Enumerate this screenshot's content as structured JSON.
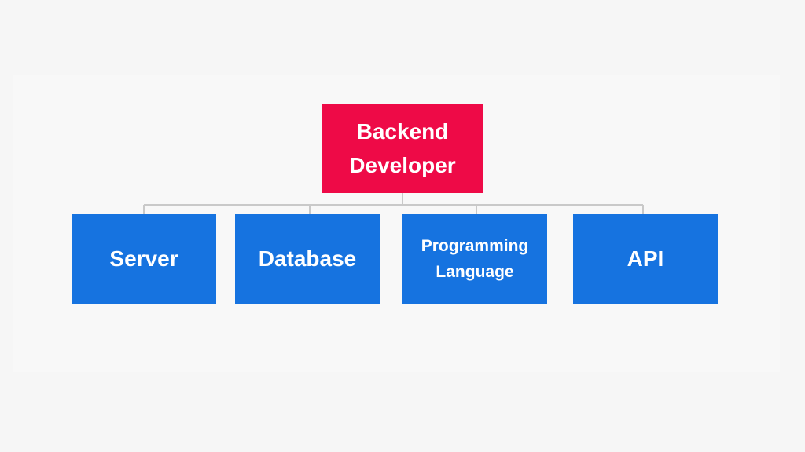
{
  "diagram": {
    "colors": {
      "background": "#f6f6f6",
      "root_fill": "#ee0a47",
      "child_fill": "#1673e0",
      "connector": "#c9c9c9",
      "text": "#ffffff"
    },
    "root": {
      "label": "Backend Developer"
    },
    "children": [
      {
        "label": "Server"
      },
      {
        "label": "Database"
      },
      {
        "label": "Programming Language"
      },
      {
        "label": "API"
      }
    ]
  }
}
